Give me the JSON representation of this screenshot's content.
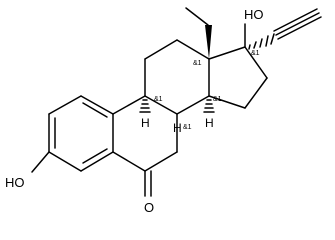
{
  "atoms": {
    "oh_top": "HO",
    "oh_left": "HO",
    "ketone_o": "O",
    "h_c9": "H",
    "h_c8": "H",
    "h_c14": "H"
  },
  "stereo": {
    "c13": "&1",
    "c17": "&1",
    "c9": "&1",
    "c14": "&1",
    "c8": "&1"
  },
  "colors": {
    "bond": "#000000",
    "background": "#ffffff"
  }
}
